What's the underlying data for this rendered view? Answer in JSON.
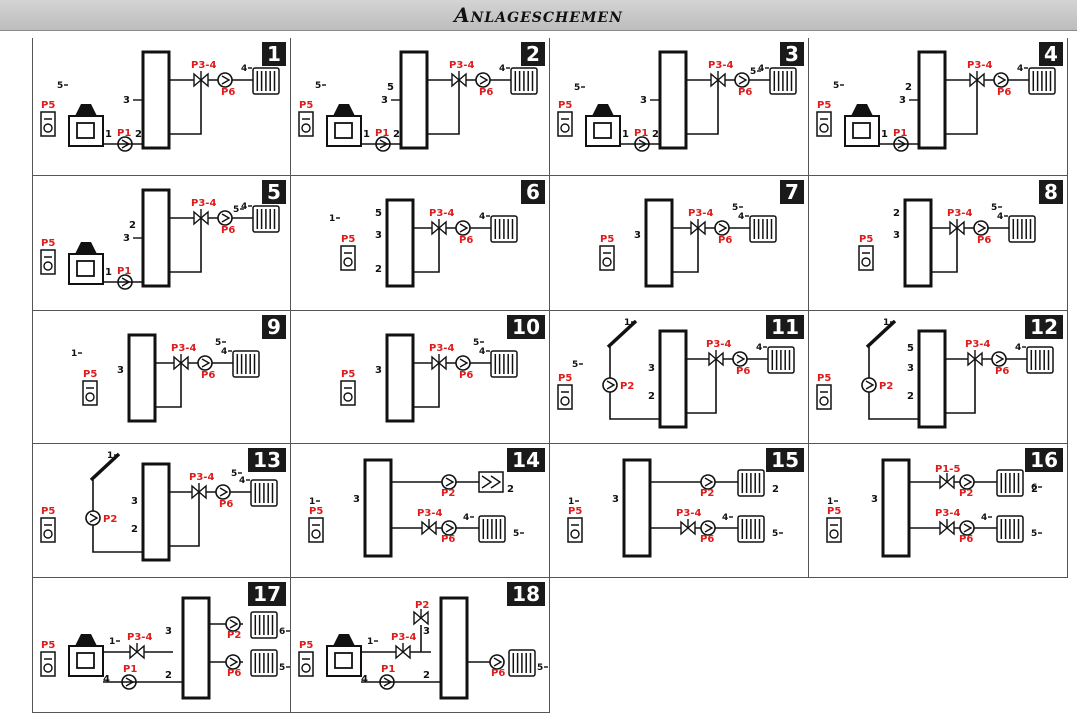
{
  "title": "Anlageschemen",
  "colors": {
    "red": "#e01b1b",
    "line": "#111111",
    "header_bg": "#c8c8c8"
  },
  "schemes": [
    {
      "num": "1"
    },
    {
      "num": "2"
    },
    {
      "num": "3"
    },
    {
      "num": "4"
    },
    {
      "num": "5"
    },
    {
      "num": "6"
    },
    {
      "num": "7"
    },
    {
      "num": "8"
    },
    {
      "num": "9"
    },
    {
      "num": "10"
    },
    {
      "num": "11"
    },
    {
      "num": "12"
    },
    {
      "num": "13"
    },
    {
      "num": "14"
    },
    {
      "num": "15"
    },
    {
      "num": "16"
    },
    {
      "num": "17"
    },
    {
      "num": "18"
    }
  ],
  "labels": {
    "p5": "P5",
    "p1": "P1",
    "p2": "P2",
    "p34": "P3-4",
    "p6": "P6",
    "p15": "P1-5",
    "s1": "1",
    "s2": "2",
    "s3": "3",
    "s4": "4",
    "s5": "5",
    "s6": "6"
  }
}
